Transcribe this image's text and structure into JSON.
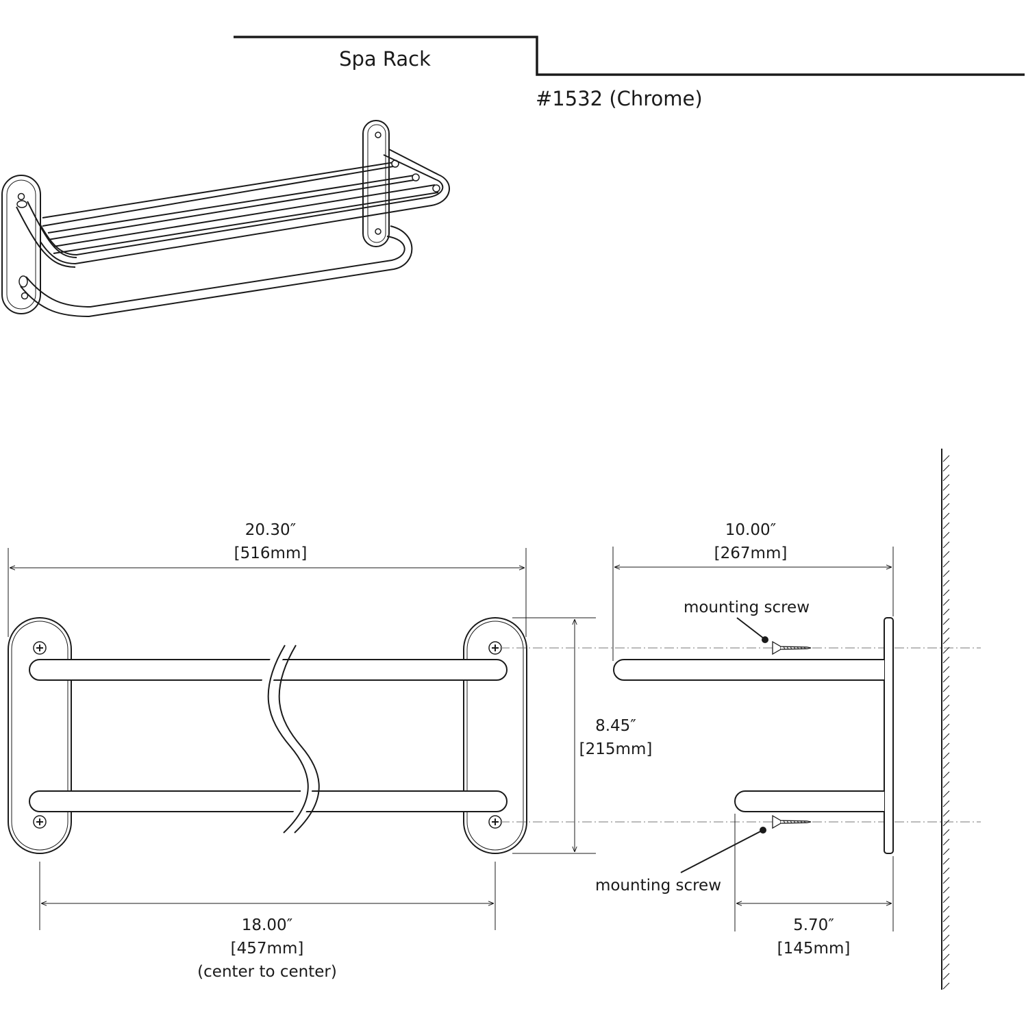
{
  "header": {
    "product_name": "Spa Rack",
    "model_label": "#1532 (Chrome)"
  },
  "dimensions": {
    "overall_width": {
      "inches": "20.30″",
      "mm": "[516mm]"
    },
    "center_to_center": {
      "inches": "18.00″",
      "mm": "[457mm]",
      "note": "(center to center)"
    },
    "height": {
      "inches": "8.45″",
      "mm": "[215mm]"
    },
    "depth_top": {
      "inches": "10.00″",
      "mm": "[267mm]"
    },
    "depth_bottom": {
      "inches": "5.70″",
      "mm": "[145mm]"
    }
  },
  "callouts": {
    "top_screw": "mounting screw",
    "bottom_screw": "mounting screw"
  }
}
